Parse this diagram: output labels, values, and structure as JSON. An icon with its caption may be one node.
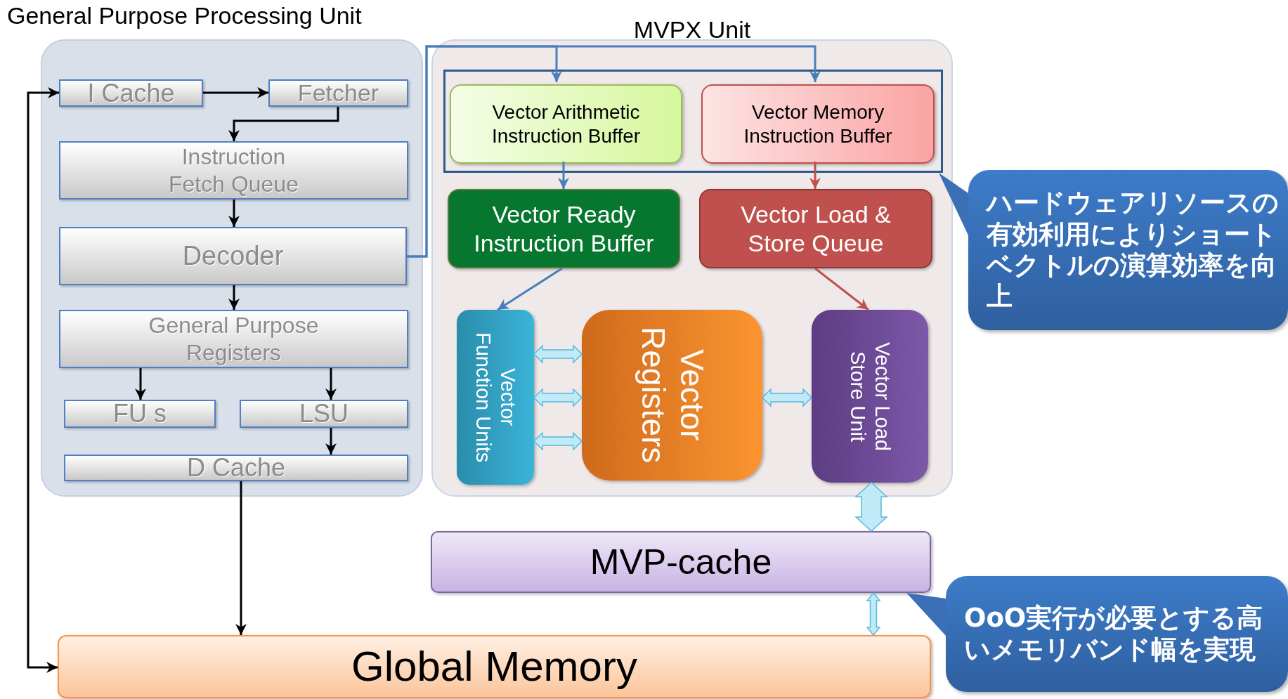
{
  "diagram": {
    "nodes": [
      {
        "text": [
          "General Purpose Processing Unit"
        ]
      },
      {
        "text": [
          "I Cache"
        ],
        "in": 0
      },
      {
        "text": [
          "Fetcher"
        ],
        "in": 0
      },
      {
        "text": [
          "Instruction Fetch Queue"
        ],
        "in": 0
      },
      {
        "text": [
          "Decoder"
        ],
        "in": 0
      },
      {
        "text": [
          "General Purpose Registers"
        ],
        "in": 0
      },
      {
        "text": [
          "FU s"
        ],
        "in": 0
      },
      {
        "text": [
          "LSU"
        ],
        "in": 0
      },
      {
        "text": [
          "D Cache"
        ],
        "in": 0
      },
      {
        "text": [
          "MVPX Unit"
        ]
      },
      {
        "text": [],
        "shape": "box",
        "in": 9
      },
      {
        "text": [
          "Vector Arithmetic Instruction Buffer"
        ],
        "in": 10
      },
      {
        "text": [
          "Vector Memory Instruction Buffer"
        ],
        "in": 10
      },
      {
        "text": [
          "Vector Ready Instruction Buffer"
        ],
        "in": 9
      },
      {
        "text": [
          "Vector Load & Store Queue"
        ],
        "in": 9
      },
      {
        "text": [
          "Vector Function Units"
        ],
        "in": 9
      },
      {
        "text": [
          "Vector Registers"
        ],
        "in": 9
      },
      {
        "text": [
          "Vector Load Store Unit"
        ],
        "in": 9
      },
      {
        "text": [
          "MVP-cache"
        ]
      },
      {
        "text": [
          "Global Memory"
        ]
      },
      {
        "text": [
          "ハードウェアリソースの有効利用によりショートベクトルの演算効率を向上"
        ]
      },
      {
        "text": [
          "OoO実行が必要とする高いメモリバンド幅を実現"
        ]
      }
    ],
    "edges": [
      {
        "from": 1,
        "to": 2,
        "arrow": "to"
      },
      {
        "from": 2,
        "to": 3,
        "arrow": "to"
      },
      {
        "from": 3,
        "to": 4,
        "arrow": "to"
      },
      {
        "from": 4,
        "to": 5,
        "arrow": "to"
      },
      {
        "from": 5,
        "to": 6,
        "arrow": "to"
      },
      {
        "from": 5,
        "to": 7,
        "arrow": "to"
      },
      {
        "from": 7,
        "to": 8,
        "arrow": "to"
      },
      {
        "from": 8,
        "to": 19,
        "arrow": "to"
      },
      {
        "from": 19,
        "to": 1,
        "arrow": "both"
      },
      {
        "from": 4,
        "to": 11,
        "arrow": "to",
        "color": "#4a7ebb"
      },
      {
        "from": 4,
        "to": 12,
        "arrow": "to",
        "color": "#4a7ebb"
      },
      {
        "from": 11,
        "to": 13,
        "arrow": "to",
        "color": "#4a7ebb"
      },
      {
        "from": 12,
        "to": 14,
        "arrow": "to",
        "color": "#c0504d"
      },
      {
        "from": 13,
        "to": 15,
        "arrow": "to",
        "color": "#4a7ebb"
      },
      {
        "from": 14,
        "to": 17,
        "arrow": "to",
        "color": "#c0504d"
      },
      {
        "from": 15,
        "to": 16,
        "arrow": "both",
        "style": "thick",
        "color": "#bfeaf7"
      },
      {
        "from": 15,
        "to": 16,
        "arrow": "both",
        "style": "thick",
        "color": "#bfeaf7"
      },
      {
        "from": 15,
        "to": 16,
        "arrow": "both",
        "style": "thick",
        "color": "#bfeaf7"
      },
      {
        "from": 16,
        "to": 17,
        "arrow": "both",
        "style": "thick",
        "color": "#bfeaf7"
      },
      {
        "from": 17,
        "to": 18,
        "arrow": "both",
        "style": "thick",
        "color": "#bfeaf7"
      },
      {
        "from": 18,
        "to": 19,
        "arrow": "both",
        "style": "thick",
        "color": "#bfeaf7"
      },
      {
        "from": 20,
        "to": 10,
        "arrow": "to",
        "color": "#3b6fb6"
      },
      {
        "from": 21,
        "to": 18,
        "arrow": "to",
        "color": "#3b6fb6"
      }
    ]
  }
}
